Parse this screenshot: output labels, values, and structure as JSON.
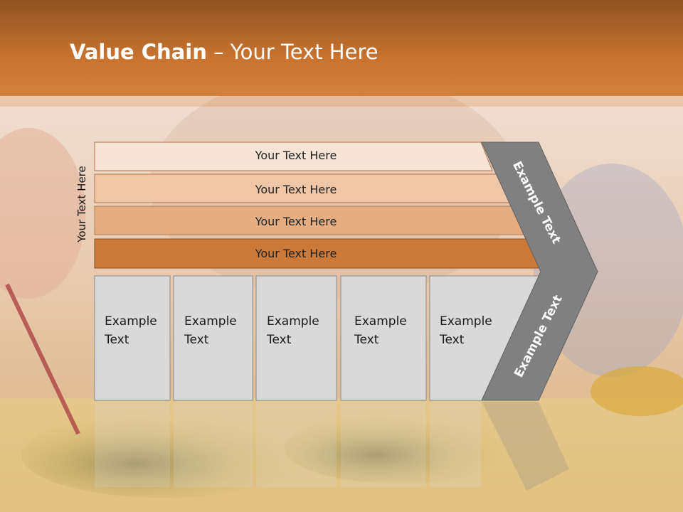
{
  "slide": {
    "title_bold": "Value Chain",
    "title_rest": " – Your Text Here",
    "side_label": "Your Text Here"
  },
  "rows": [
    {
      "label": "Your Text Here"
    },
    {
      "label": "Your Text Here"
    },
    {
      "label": "Your Text Here"
    },
    {
      "label": "Your Text Here"
    }
  ],
  "cells": [
    {
      "line1": "Example",
      "line2": "Text"
    },
    {
      "line1": "Example",
      "line2": "Text"
    },
    {
      "line1": "Example",
      "line2": "Text"
    },
    {
      "line1": "Example",
      "line2": "Text"
    },
    {
      "line1": "Example",
      "line2": "Text"
    }
  ],
  "chevron": {
    "upper_label": "Example Text",
    "lower_label": "Example Text"
  },
  "colors": {
    "header_orange": "#c8732f",
    "row1": "#f7e4d4",
    "row2": "#efc7a8",
    "row3": "#e4ad82",
    "row4": "#cb7a3a",
    "cell_gray": "#d9d9d9",
    "chevron_gray": "#808080"
  }
}
